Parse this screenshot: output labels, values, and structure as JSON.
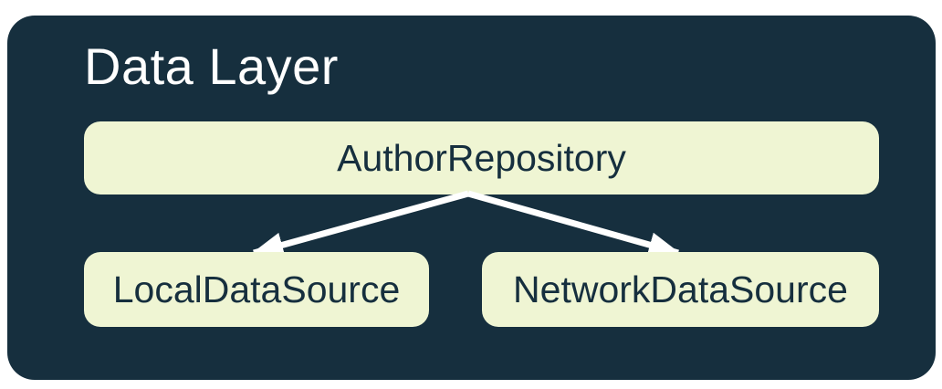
{
  "diagram": {
    "title": "Data Layer",
    "nodes": [
      {
        "id": "author-repository",
        "label": "AuthorRepository"
      },
      {
        "id": "local-data-source",
        "label": "LocalDataSource"
      },
      {
        "id": "network-data-source",
        "label": "NetworkDataSource"
      }
    ],
    "edges": [
      {
        "from": "AuthorRepository",
        "to": "LocalDataSource"
      },
      {
        "from": "AuthorRepository",
        "to": "NetworkDataSource"
      }
    ],
    "colors": {
      "container_bg": "#162F3E",
      "node_bg": "#EFF5D3",
      "node_text": "#162F3E",
      "title_text": "#FFFFFF",
      "arrow": "#FFFFFF",
      "page_bg": "#FFFFFF"
    }
  }
}
